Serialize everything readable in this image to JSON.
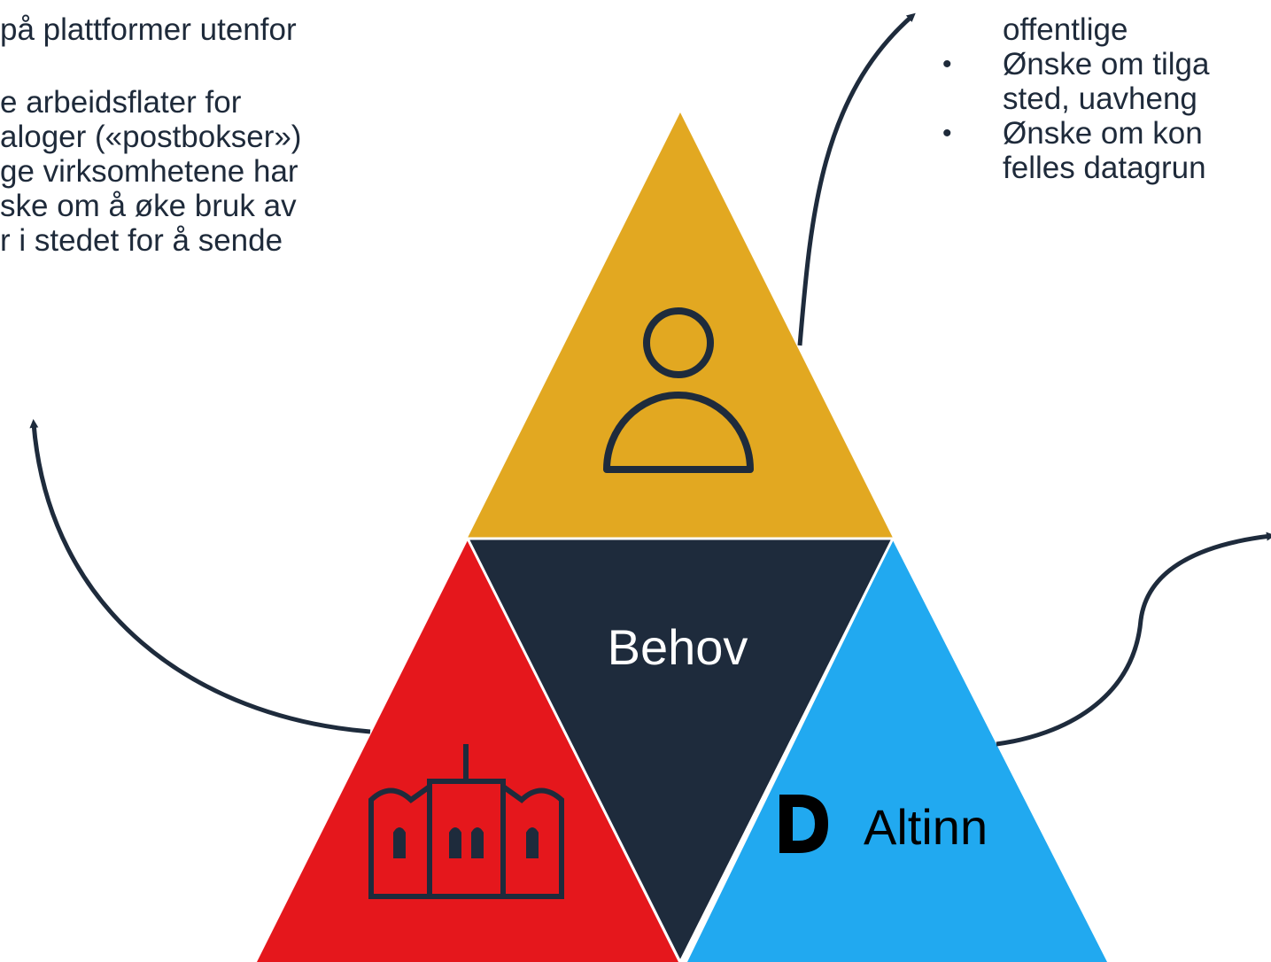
{
  "left_text": {
    "lines": [
      "på plattformer utenfor",
      "e arbeidsflater for",
      "aloger («postbokser»)",
      "ge virksomhetene har",
      "ske om å øke bruk av",
      "r i stedet for å sende"
    ]
  },
  "right_text": {
    "continuation": "offentlige",
    "bullets": [
      {
        "symbol": "•",
        "lines": [
          "Ønske om tilga",
          "sted, uavheng"
        ]
      },
      {
        "symbol": "•",
        "lines": [
          "Ønske om kon",
          "felles datagrun"
        ]
      }
    ]
  },
  "center": {
    "label": "Behov"
  },
  "altinn": {
    "label": "Altinn"
  },
  "colors": {
    "top_triangle": "#E2A821",
    "center_triangle": "#1E2B3C",
    "left_triangle": "#E5171C",
    "right_triangle": "#21A9F0",
    "stroke": "#1E2B3C",
    "white": "#FFFFFF"
  },
  "icons": {
    "top": "person-icon",
    "left": "building-icon",
    "right": "altinn-logo-icon"
  }
}
